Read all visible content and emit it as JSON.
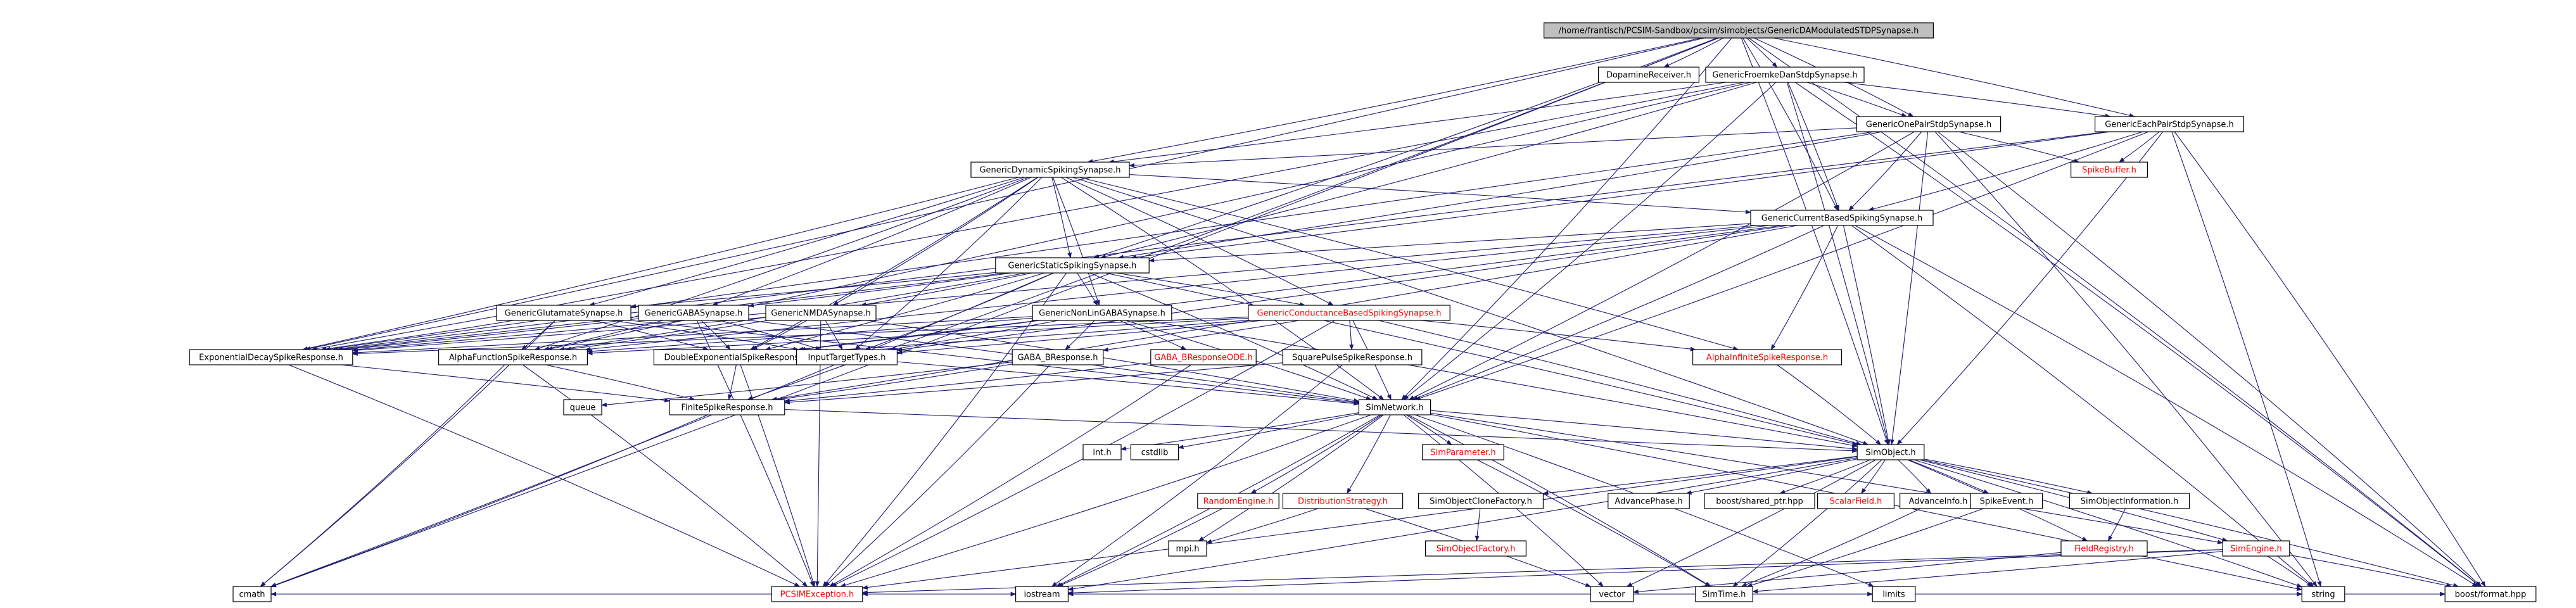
{
  "graph": {
    "root": "/home/frantisch/PCSIM-Sandbox/pcsim/simobjects/GenericDAModulatedSTDPSynapse.h",
    "nodes": {
      "root": {
        "label": "/home/frantisch/PCSIM-Sandbox/pcsim/simobjects/GenericDAModulatedSTDPSynapse.h",
        "type": "root"
      },
      "dopamine": {
        "label": "DopamineReceiver.h",
        "type": "file"
      },
      "frsd": {
        "label": "GenericFroemkeDanStdpSynapse.h",
        "type": "file"
      },
      "gop": {
        "label": "GenericOnePairStdpSynapse.h",
        "type": "file"
      },
      "gep": {
        "label": "GenericEachPairStdpSynapse.h",
        "type": "file"
      },
      "spikebuf": {
        "label": "SpikeBuffer.h",
        "type": "external"
      },
      "gdss": {
        "label": "GenericDynamicSpikingSynapse.h",
        "type": "file"
      },
      "gcbss": {
        "label": "GenericCurrentBasedSpikingSynapse.h",
        "type": "file"
      },
      "gsss": {
        "label": "GenericStaticSpikingSynapse.h",
        "type": "file"
      },
      "gglu": {
        "label": "GenericGlutamateSynapse.h",
        "type": "file"
      },
      "ggaba": {
        "label": "GenericGABASynapse.h",
        "type": "file"
      },
      "gnmda": {
        "label": "GenericNMDASynapse.h",
        "type": "file"
      },
      "gnonlin": {
        "label": "GenericNonLinGABASynapse.h",
        "type": "file"
      },
      "gcond": {
        "label": "GenericConductanceBasedSpikingSynapse.h",
        "type": "external"
      },
      "expdecay": {
        "label": "ExponentialDecaySpikeResponse.h",
        "type": "file"
      },
      "alphafn": {
        "label": "AlphaFunctionSpikeResponse.h",
        "type": "file"
      },
      "dblexp": {
        "label": "DoubleExponentialSpikeResponse.h",
        "type": "file"
      },
      "inputtt": {
        "label": "InputTargetTypes.h",
        "type": "file"
      },
      "gababr": {
        "label": "GABA_BResponse.h",
        "type": "file"
      },
      "gababrode": {
        "label": "GABA_BResponseODE.h",
        "type": "external"
      },
      "sqpulse": {
        "label": "SquarePulseSpikeResponse.h",
        "type": "file"
      },
      "alphainf": {
        "label": "AlphaInfiniteSpikeResponse.h",
        "type": "external"
      },
      "simnet": {
        "label": "SimNetwork.h",
        "type": "file"
      },
      "queue": {
        "label": "queue",
        "type": "file"
      },
      "finite": {
        "label": "FiniteSpikeResponse.h",
        "type": "file"
      },
      "simobj": {
        "label": "SimObject.h",
        "type": "file"
      },
      "inth": {
        "label": "int.h",
        "type": "file"
      },
      "cstdlib": {
        "label": "cstdlib",
        "type": "file"
      },
      "simparam": {
        "label": "SimParameter.h",
        "type": "external"
      },
      "randeng": {
        "label": "RandomEngine.h",
        "type": "external"
      },
      "diststrat": {
        "label": "DistributionStrategy.h",
        "type": "external"
      },
      "soclone": {
        "label": "SimObjectCloneFactory.h",
        "type": "file"
      },
      "sofactory": {
        "label": "SimObjectFactory.h",
        "type": "external"
      },
      "advphase": {
        "label": "AdvancePhase.h",
        "type": "file"
      },
      "sharedptr": {
        "label": "boost/shared_ptr.hpp",
        "type": "file"
      },
      "scalarfield": {
        "label": "ScalarField.h",
        "type": "external"
      },
      "advinfo": {
        "label": "AdvanceInfo.h",
        "type": "file"
      },
      "spikeevent": {
        "label": "SpikeEvent.h",
        "type": "file"
      },
      "soinfo": {
        "label": "SimObjectInformation.h",
        "type": "file"
      },
      "fieldreg": {
        "label": "FieldRegistry.h",
        "type": "external"
      },
      "simengine": {
        "label": "SimEngine.h",
        "type": "external"
      },
      "mpih": {
        "label": "mpi.h",
        "type": "file"
      },
      "simtime": {
        "label": "SimTime.h",
        "type": "file"
      },
      "cmath": {
        "label": "cmath",
        "type": "file"
      },
      "pcsimexc": {
        "label": "PCSIMException.h",
        "type": "external"
      },
      "iostream": {
        "label": "iostream",
        "type": "file"
      },
      "vector": {
        "label": "vector",
        "type": "file"
      },
      "limits": {
        "label": "limits",
        "type": "file"
      },
      "string": {
        "label": "string",
        "type": "file"
      },
      "boostformat": {
        "label": "boost/format.hpp",
        "type": "file"
      }
    },
    "edges": [
      [
        "root",
        "dopamine"
      ],
      [
        "root",
        "frsd"
      ],
      [
        "root",
        "gep"
      ],
      [
        "root",
        "gop"
      ],
      [
        "root",
        "gcbss"
      ],
      [
        "root",
        "gsss"
      ],
      [
        "root",
        "gdss"
      ],
      [
        "root",
        "simobj"
      ],
      [
        "root",
        "simnet"
      ],
      [
        "root",
        "cmath"
      ],
      [
        "root",
        "boostformat"
      ],
      [
        "root",
        "expdecay"
      ],
      [
        "root",
        "finite"
      ],
      [
        "frsd",
        "gop"
      ],
      [
        "frsd",
        "gep"
      ],
      [
        "frsd",
        "gdss"
      ],
      [
        "frsd",
        "gcbss"
      ],
      [
        "frsd",
        "gsss"
      ],
      [
        "frsd",
        "simobj"
      ],
      [
        "frsd",
        "simnet"
      ],
      [
        "frsd",
        "boostformat"
      ],
      [
        "frsd",
        "expdecay"
      ],
      [
        "frsd",
        "alphafn"
      ],
      [
        "gop",
        "spikebuf"
      ],
      [
        "gop",
        "gdss"
      ],
      [
        "gop",
        "gcbss"
      ],
      [
        "gop",
        "gsss"
      ],
      [
        "gop",
        "simobj"
      ],
      [
        "gop",
        "simnet"
      ],
      [
        "gop",
        "string"
      ],
      [
        "gop",
        "boostformat"
      ],
      [
        "gop",
        "expdecay"
      ],
      [
        "gep",
        "spikebuf"
      ],
      [
        "gep",
        "gcbss"
      ],
      [
        "gep",
        "gsss"
      ],
      [
        "gep",
        "simobj"
      ],
      [
        "gep",
        "simnet"
      ],
      [
        "gep",
        "string"
      ],
      [
        "gep",
        "boostformat"
      ],
      [
        "gep",
        "expdecay"
      ],
      [
        "gdss",
        "gcbss"
      ],
      [
        "gdss",
        "gsss"
      ],
      [
        "gdss",
        "gglu"
      ],
      [
        "gdss",
        "ggaba"
      ],
      [
        "gdss",
        "gnmda"
      ],
      [
        "gdss",
        "gnonlin"
      ],
      [
        "gdss",
        "gcond"
      ],
      [
        "gdss",
        "expdecay"
      ],
      [
        "gdss",
        "alphafn"
      ],
      [
        "gdss",
        "dblexp"
      ],
      [
        "gdss",
        "inputtt"
      ],
      [
        "gdss",
        "alphainf"
      ],
      [
        "gdss",
        "simnet"
      ],
      [
        "gdss",
        "simobj"
      ],
      [
        "gcbss",
        "gsss"
      ],
      [
        "gcbss",
        "expdecay"
      ],
      [
        "gcbss",
        "alphafn"
      ],
      [
        "gcbss",
        "dblexp"
      ],
      [
        "gcbss",
        "alphainf"
      ],
      [
        "gcbss",
        "inputtt"
      ],
      [
        "gcbss",
        "simnet"
      ],
      [
        "gcbss",
        "simobj"
      ],
      [
        "gcbss",
        "string"
      ],
      [
        "gcbss",
        "boostformat"
      ],
      [
        "gcbss",
        "finite"
      ],
      [
        "gsss",
        "gglu"
      ],
      [
        "gsss",
        "ggaba"
      ],
      [
        "gsss",
        "gnmda"
      ],
      [
        "gsss",
        "gnonlin"
      ],
      [
        "gsss",
        "gcond"
      ],
      [
        "gsss",
        "expdecay"
      ],
      [
        "gsss",
        "alphafn"
      ],
      [
        "gsss",
        "dblexp"
      ],
      [
        "gsss",
        "inputtt"
      ],
      [
        "gsss",
        "simnet"
      ],
      [
        "gsss",
        "simobj"
      ],
      [
        "gsss",
        "cmath"
      ],
      [
        "gsss",
        "pcsimexc"
      ],
      [
        "gglu",
        "expdecay"
      ],
      [
        "gglu",
        "alphafn"
      ],
      [
        "gglu",
        "dblexp"
      ],
      [
        "gglu",
        "inputtt"
      ],
      [
        "gglu",
        "simnet"
      ],
      [
        "gglu",
        "cmath"
      ],
      [
        "ggaba",
        "expdecay"
      ],
      [
        "ggaba",
        "alphafn"
      ],
      [
        "ggaba",
        "dblexp"
      ],
      [
        "ggaba",
        "inputtt"
      ],
      [
        "ggaba",
        "simnet"
      ],
      [
        "ggaba",
        "pcsimexc"
      ],
      [
        "gnmda",
        "expdecay"
      ],
      [
        "gnmda",
        "alphafn"
      ],
      [
        "gnmda",
        "dblexp"
      ],
      [
        "gnmda",
        "inputtt"
      ],
      [
        "gnmda",
        "simnet"
      ],
      [
        "gnmda",
        "pcsimexc"
      ],
      [
        "gnonlin",
        "gababr"
      ],
      [
        "gnonlin",
        "gababrode"
      ],
      [
        "gnonlin",
        "expdecay"
      ],
      [
        "gnonlin",
        "alphafn"
      ],
      [
        "gnonlin",
        "dblexp"
      ],
      [
        "gnonlin",
        "inputtt"
      ],
      [
        "gnonlin",
        "simnet"
      ],
      [
        "gnonlin",
        "simobj"
      ],
      [
        "gcond",
        "expdecay"
      ],
      [
        "gcond",
        "alphafn"
      ],
      [
        "gcond",
        "dblexp"
      ],
      [
        "gcond",
        "inputtt"
      ],
      [
        "gcond",
        "gababr"
      ],
      [
        "gcond",
        "sqpulse"
      ],
      [
        "gcond",
        "alphainf"
      ],
      [
        "gcond",
        "simnet"
      ],
      [
        "gcond",
        "simobj"
      ],
      [
        "gcond",
        "pcsimexc"
      ],
      [
        "expdecay",
        "finite"
      ],
      [
        "expdecay",
        "pcsimexc"
      ],
      [
        "alphafn",
        "finite"
      ],
      [
        "alphafn",
        "pcsimexc"
      ],
      [
        "alphafn",
        "cmath"
      ],
      [
        "dblexp",
        "finite"
      ],
      [
        "dblexp",
        "pcsimexc"
      ],
      [
        "inputtt",
        "simnet"
      ],
      [
        "gababr",
        "finite"
      ],
      [
        "gababr",
        "queue"
      ],
      [
        "gababr",
        "pcsimexc"
      ],
      [
        "gababrode",
        "finite"
      ],
      [
        "gababrode",
        "pcsimexc"
      ],
      [
        "sqpulse",
        "finite"
      ],
      [
        "sqpulse",
        "iostream"
      ],
      [
        "alphainf",
        "simobj"
      ],
      [
        "finite",
        "cmath"
      ],
      [
        "finite",
        "simobj"
      ],
      [
        "simnet",
        "simobj"
      ],
      [
        "simnet",
        "inth"
      ],
      [
        "simnet",
        "cstdlib"
      ],
      [
        "simnet",
        "simparam"
      ],
      [
        "simnet",
        "randeng"
      ],
      [
        "simnet",
        "diststrat"
      ],
      [
        "simnet",
        "simtime"
      ],
      [
        "simnet",
        "mpih"
      ],
      [
        "simnet",
        "pcsimexc"
      ],
      [
        "simnet",
        "iostream"
      ],
      [
        "simnet",
        "vector"
      ],
      [
        "simnet",
        "string"
      ],
      [
        "simnet",
        "limits"
      ],
      [
        "simnet",
        "simengine"
      ],
      [
        "simobj",
        "soclone"
      ],
      [
        "simobj",
        "advphase"
      ],
      [
        "simobj",
        "sharedptr"
      ],
      [
        "simobj",
        "scalarfield"
      ],
      [
        "simobj",
        "advinfo"
      ],
      [
        "simobj",
        "spikeevent"
      ],
      [
        "simobj",
        "soinfo"
      ],
      [
        "simobj",
        "fieldreg"
      ],
      [
        "simobj",
        "simengine"
      ],
      [
        "simobj",
        "simtime"
      ],
      [
        "simobj",
        "iostream"
      ],
      [
        "simobj",
        "pcsimexc"
      ],
      [
        "simobj",
        "string"
      ],
      [
        "simobj",
        "boostformat"
      ],
      [
        "simobj",
        "vector"
      ],
      [
        "simparam",
        "simtime"
      ],
      [
        "randeng",
        "iostream"
      ],
      [
        "diststrat",
        "mpih"
      ],
      [
        "diststrat",
        "vector"
      ],
      [
        "soclone",
        "sofactory"
      ],
      [
        "advinfo",
        "simtime"
      ],
      [
        "spikeevent",
        "simtime"
      ],
      [
        "soinfo",
        "fieldreg"
      ],
      [
        "fieldreg",
        "vector"
      ],
      [
        "simengine",
        "simtime"
      ],
      [
        "simengine",
        "pcsimexc"
      ],
      [
        "simengine",
        "string"
      ],
      [
        "simengine",
        "boostformat"
      ],
      [
        "simengine",
        "iostream"
      ],
      [
        "simtime",
        "cmath"
      ],
      [
        "simtime",
        "iostream"
      ],
      [
        "simtime",
        "limits"
      ],
      [
        "simtime",
        "string"
      ],
      [
        "simtime",
        "boostformat"
      ],
      [
        "simtime",
        "pcsimexc"
      ],
      [
        "pcsimexc",
        "string"
      ],
      [
        "pcsimexc",
        "iostream"
      ]
    ]
  }
}
